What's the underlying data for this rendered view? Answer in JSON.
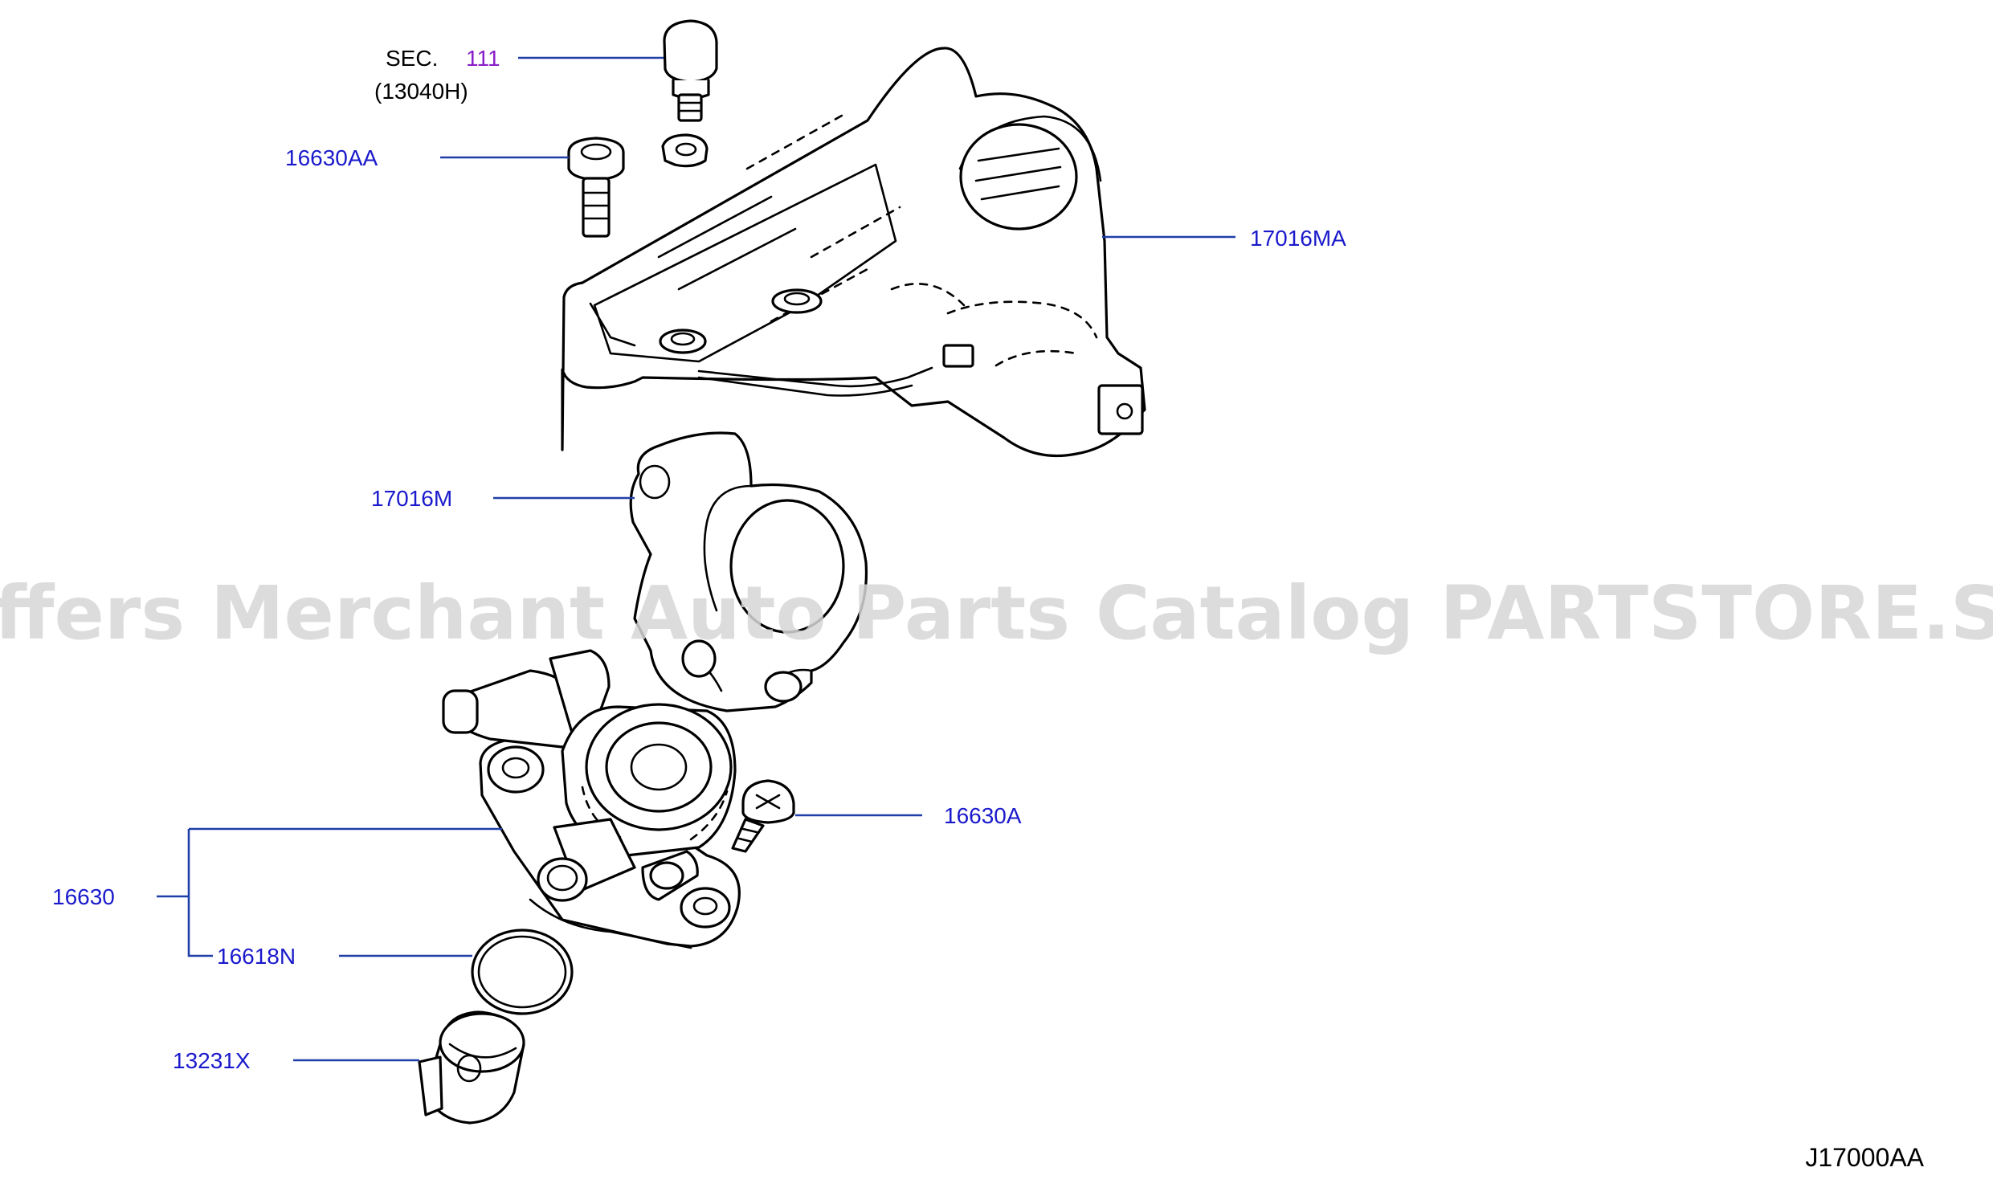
{
  "colors": {
    "label": "#1a1acc",
    "leader": "#1f3fa8",
    "section_ref": "#8a1ec8",
    "black": "#000000",
    "watermark": "#d6d6d6"
  },
  "section_ref": {
    "prefix": "SEC.",
    "number": "111",
    "code": "(13040H)"
  },
  "labels": {
    "bolt_upper": "16630AA",
    "insulator_upper": "17016MA",
    "insulator_lower": "17016M",
    "bolt_lower": "16630A",
    "pump": "16630",
    "o_ring": "16618N",
    "lifter": "13231X"
  },
  "diagram_code": "J17000AA",
  "watermark": "Offers Merchant Auto Parts Catalog PARTSTORE.SA"
}
